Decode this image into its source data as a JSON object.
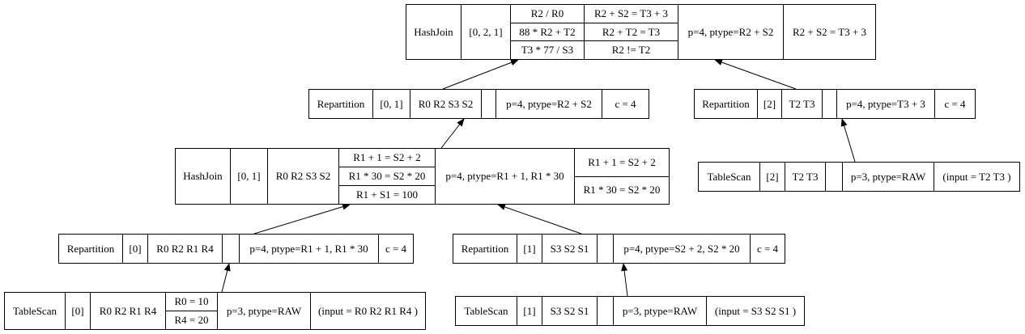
{
  "nodes": {
    "root_hashjoin": {
      "op": "HashJoin",
      "ids": "[0, 2, 1]",
      "col_a": [
        "R2 / R0",
        "88 * R2 + T2",
        "T3 * 77 / S3"
      ],
      "col_b": [
        "R2 + S2 = T3 + 3",
        "R2 + T2 = T3",
        "R2 != T2"
      ],
      "partition": "p=4, ptype=R2 + S2",
      "condition": "R2 + S2 = T3 + 3"
    },
    "repartition_01": {
      "op": "Repartition",
      "ids": "[0, 1]",
      "cols": "R0 R2 S3 S2",
      "partition": "p=4, ptype=R2 + S2",
      "count": "c = 4"
    },
    "repartition_2": {
      "op": "Repartition",
      "ids": "[2]",
      "cols": "T2 T3",
      "partition": "p=4, ptype=T3 + 3",
      "count": "c = 4"
    },
    "hashjoin_01": {
      "op": "HashJoin",
      "ids": "[0, 1]",
      "cols": "R0 R2 S3 S2",
      "col_a": [
        "R1 + 1 = S2 + 2",
        "R1 * 30 = S2 * 20",
        "R1 + S1 = 100"
      ],
      "partition": "p=4, ptype=R1 + 1, R1 * 30",
      "conditions": [
        "R1 + 1 = S2 + 2",
        "R1 * 30 = S2 * 20"
      ]
    },
    "tablescan_2": {
      "op": "TableScan",
      "ids": "[2]",
      "cols": "T2 T3",
      "partition": "p=3, ptype=RAW",
      "input": "(input = T2 T3 )"
    },
    "repartition_0": {
      "op": "Repartition",
      "ids": "[0]",
      "cols": "R0 R2 R1 R4",
      "partition": "p=4, ptype=R1 + 1, R1 * 30",
      "count": "c = 4"
    },
    "repartition_1": {
      "op": "Repartition",
      "ids": "[1]",
      "cols": "S3 S2 S1",
      "partition": "p=4, ptype=S2 + 2, S2 * 20",
      "count": "c = 4"
    },
    "tablescan_0": {
      "op": "TableScan",
      "ids": "[0]",
      "cols": "R0 R2 R1 R4",
      "filters": [
        "R0 = 10",
        "R4 = 20"
      ],
      "partition": "p=3, ptype=RAW",
      "input": "(input = R0 R2 R1 R4 )"
    },
    "tablescan_1": {
      "op": "TableScan",
      "ids": "[1]",
      "cols": "S3 S2 S1",
      "partition": "p=3, ptype=RAW",
      "input": "(input = S3 S2 S1 )"
    }
  },
  "edges": [
    {
      "from": "repartition_01",
      "to": "root_hashjoin"
    },
    {
      "from": "repartition_2",
      "to": "root_hashjoin"
    },
    {
      "from": "hashjoin_01",
      "to": "repartition_01"
    },
    {
      "from": "tablescan_2",
      "to": "repartition_2"
    },
    {
      "from": "repartition_0",
      "to": "hashjoin_01"
    },
    {
      "from": "repartition_1",
      "to": "hashjoin_01"
    },
    {
      "from": "tablescan_0",
      "to": "repartition_0"
    },
    {
      "from": "tablescan_1",
      "to": "repartition_1"
    }
  ]
}
